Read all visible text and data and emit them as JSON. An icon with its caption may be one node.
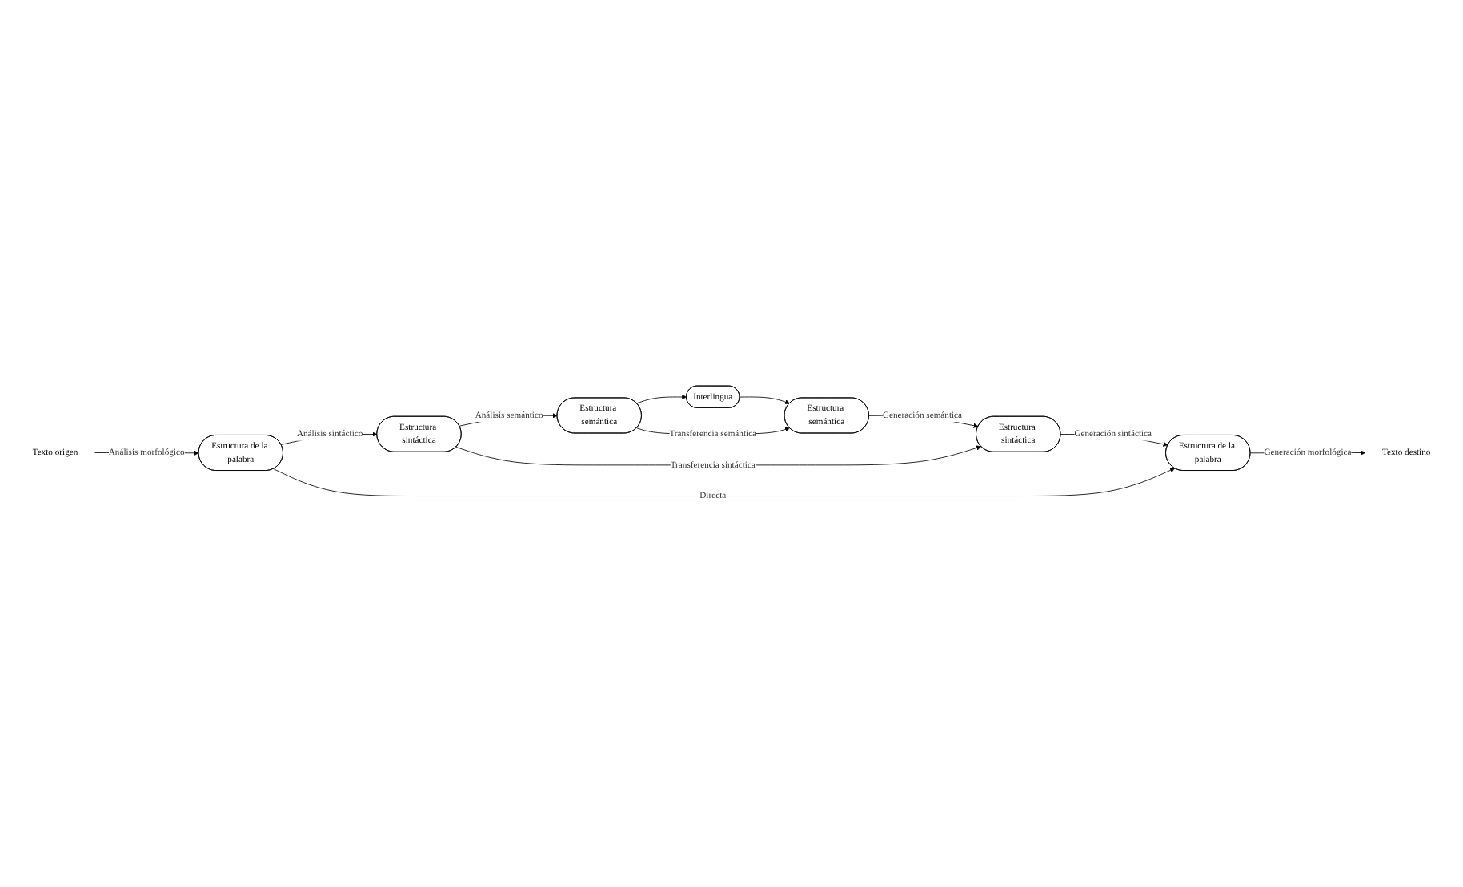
{
  "diagram": {
    "nodes": [
      {
        "text": [
          "Interlingua"
        ]
      },
      {
        "text": [
          "Estructura semántica"
        ]
      },
      {
        "text": [
          "Estructura semántica"
        ]
      },
      {
        "text": [
          "Estructura sintáctica"
        ]
      },
      {
        "text": [
          "Estructura sintáctica"
        ]
      },
      {
        "text": [
          "Estructura de la palabra"
        ]
      },
      {
        "text": [
          "Estructura de la palabra"
        ]
      },
      {
        "text": [
          "Texto origen"
        ]
      },
      {
        "text": [
          "Texto destino"
        ]
      }
    ],
    "edges": [
      {
        "from": 7,
        "to": 5,
        "arrow": "to",
        "label": "Análisis morfológico"
      },
      {
        "from": 5,
        "to": 3,
        "arrow": "to",
        "label": "Análisis sintáctico"
      },
      {
        "from": 3,
        "to": 1,
        "arrow": "to",
        "label": "Análisis semántico"
      },
      {
        "from": 1,
        "to": 0,
        "arrow": "to"
      },
      {
        "from": 0,
        "to": 2,
        "arrow": "to"
      },
      {
        "from": 1,
        "to": 2,
        "arrow": "to",
        "label": "Transferencia semántica"
      },
      {
        "from": 2,
        "to": 4,
        "arrow": "to",
        "label": "Generación semántica"
      },
      {
        "from": 3,
        "to": 4,
        "arrow": "to",
        "label": "Transferencia sintáctica"
      },
      {
        "from": 4,
        "to": 6,
        "arrow": "to",
        "label": "Generación sintáctica"
      },
      {
        "from": 5,
        "to": 6,
        "arrow": "to",
        "label": "Directa"
      },
      {
        "from": 6,
        "to": 8,
        "arrow": "to",
        "label": "Generación morfológica"
      }
    ]
  }
}
